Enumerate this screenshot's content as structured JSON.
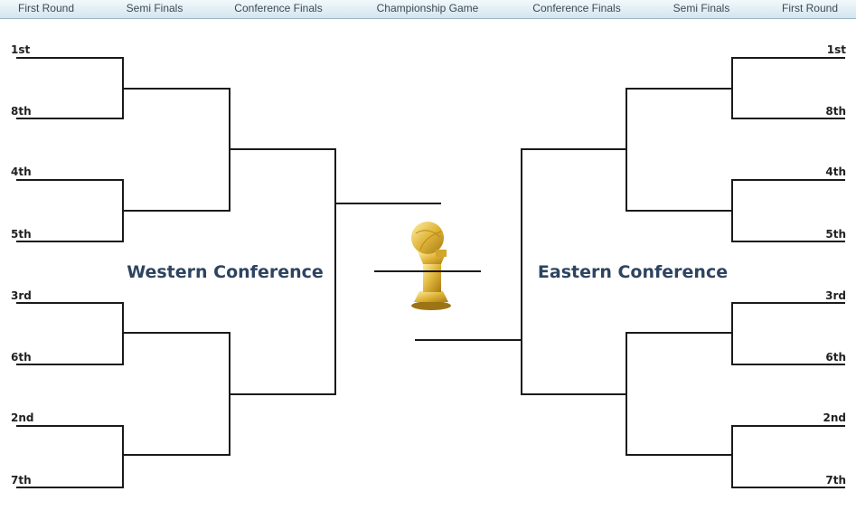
{
  "header": {
    "rounds": [
      "First Round",
      "Semi Finals",
      "Conference Finals",
      "Championship Game",
      "Conference Finals",
      "Semi Finals",
      "First Round"
    ]
  },
  "west": {
    "name": "Western Conference",
    "seeds": [
      "1st",
      "8th",
      "4th",
      "5th",
      "3rd",
      "6th",
      "2nd",
      "7th"
    ]
  },
  "east": {
    "name": "Eastern Conference",
    "seeds": [
      "1st",
      "8th",
      "4th",
      "5th",
      "3rd",
      "6th",
      "2nd",
      "7th"
    ]
  },
  "trophy": {
    "icon": "championship-trophy-icon",
    "color": "#d4a62a"
  }
}
